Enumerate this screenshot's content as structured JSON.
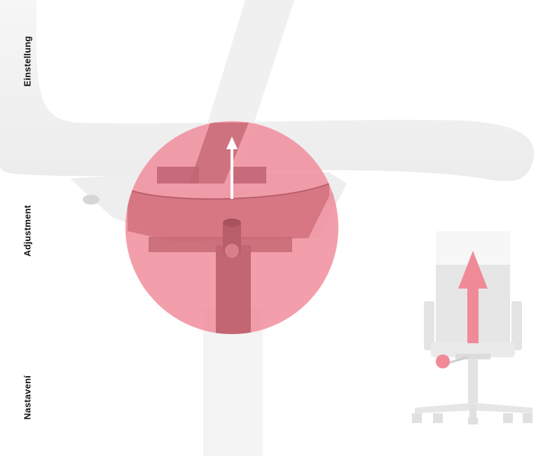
{
  "labels": {
    "de": "Einstellung",
    "en": "Adjustment",
    "cs": "Nastavení"
  },
  "icons": {
    "main": "seat-height-adjustment-detail",
    "arrow": "arrow-up-icon",
    "chair": "office-chair-icon"
  },
  "colors": {
    "highlight": "#f08a98",
    "chair_light": "#f2f2f2",
    "chair_mid": "#e3e3e3",
    "arrow": "#ffffff",
    "text": "#111111"
  }
}
